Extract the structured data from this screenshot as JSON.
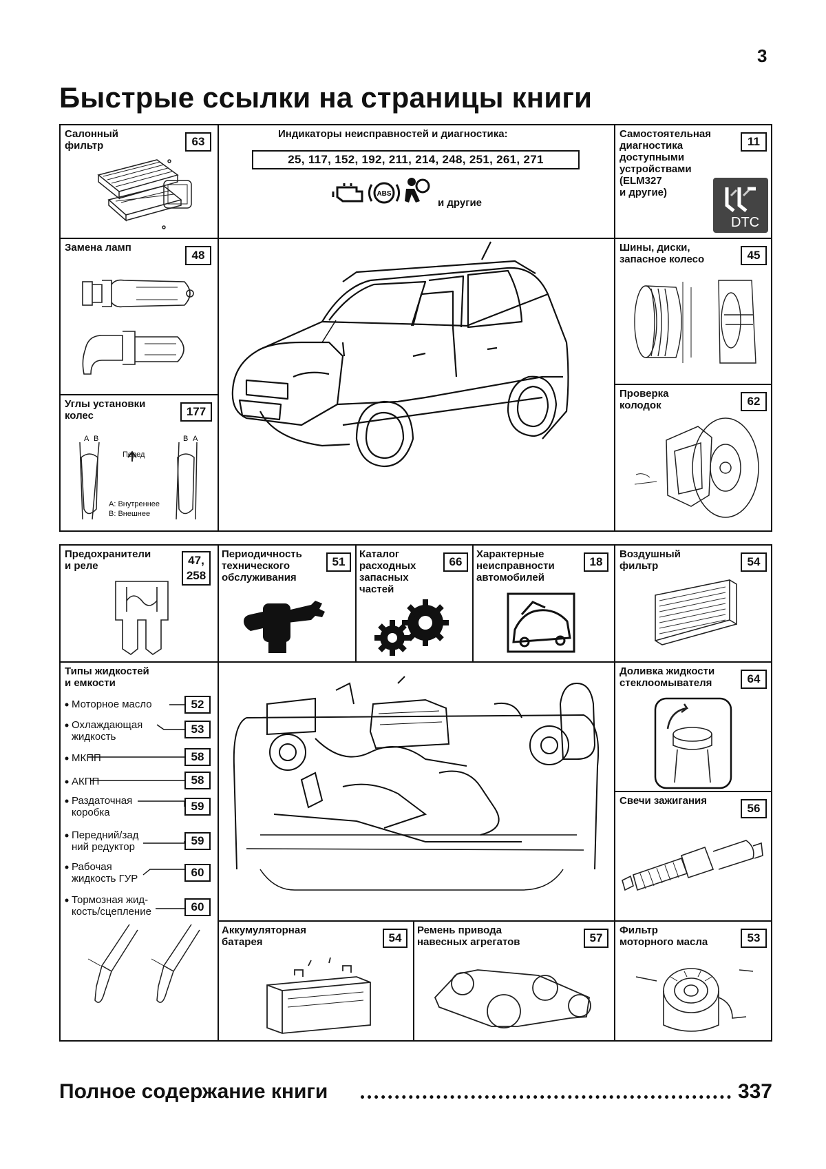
{
  "page_number": "3",
  "title": "Быстрые ссылки на страницы книги",
  "top": {
    "cabin_filter": {
      "label": "Салонный\nфильтр",
      "page": "63"
    },
    "diagnostics": {
      "label": "Индикаторы неисправностей и диагностика:",
      "pages": "25, 117, 152, 192, 211, 214, 248, 251, 261, 271",
      "others": "и другие",
      "abs_text": "ABS"
    },
    "self_diag": {
      "label": "Самостоятельная\nдиагностика\nдоступными\nустройствами\n(ELM327\nи другие)",
      "page": "11",
      "badge": "DTC"
    },
    "lamps": {
      "label": "Замена ламп",
      "page": "48"
    },
    "tires": {
      "label": "Шины, диски,\nзапасное колесо",
      "page": "45"
    },
    "wheel_angles": {
      "label": "Углы установки\nколес",
      "page": "177",
      "front": "Перед",
      "legend_a": "A: Внутреннее",
      "legend_b": "B: Внешнее",
      "a": "A",
      "b": "B"
    },
    "brake_pads": {
      "label": "Проверка\nколодок",
      "page": "62"
    }
  },
  "bottom": {
    "fuses": {
      "label": "Предохранители\nи реле",
      "page": "47,\n258"
    },
    "maintenance": {
      "label": "Периодичность\nтехнического\nобслуживания",
      "page": "51"
    },
    "parts_catalog": {
      "label": "Каталог\nрасходных\nзапасных\nчастей",
      "page": "66"
    },
    "faults": {
      "label": "Характерные\nнеисправности\nавтомобилей",
      "page": "18"
    },
    "air_filter": {
      "label": "Воздушный\nфильтр",
      "page": "54"
    },
    "fluids": {
      "label": "Типы жидкостей\nи емкости",
      "items": [
        {
          "text": "Моторное масло",
          "page": "52"
        },
        {
          "text": "Охлаждающая\nжидкость",
          "page": "53"
        },
        {
          "text": "МКПП",
          "page": "58"
        },
        {
          "text": "АКПП",
          "page": "58"
        },
        {
          "text": "Раздаточная\nкоробка",
          "page": "59"
        },
        {
          "text": "Передний/зад\nний редуктор",
          "page": "59"
        },
        {
          "text": "Рабочая\nжидкость ГУР",
          "page": "60"
        },
        {
          "text": "Тормозная жид-\nкость/сцепление",
          "page": "60"
        }
      ]
    },
    "washer": {
      "label": "Доливка жидкости\nстеклоомывателя",
      "page": "64"
    },
    "spark_plugs": {
      "label": "Свечи зажигания",
      "page": "56"
    },
    "battery": {
      "label": "Аккумуляторная\nбатарея",
      "page": "54"
    },
    "belt": {
      "label": "Ремень привода\nнавесных агрегатов",
      "page": "57"
    },
    "oil_filter": {
      "label": "Фильтр\nмоторного масла",
      "page": "53"
    }
  },
  "footer": {
    "text": "Полное содержание книги",
    "page": "337"
  }
}
